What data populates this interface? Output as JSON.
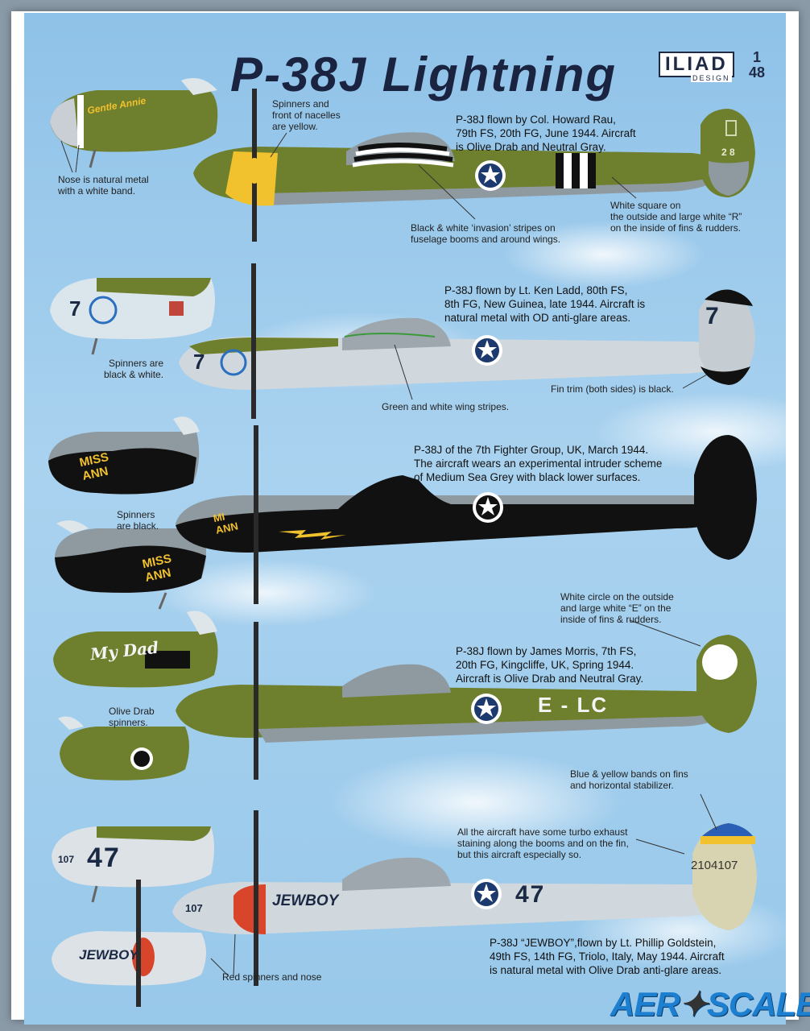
{
  "title": "P-38J Lightning",
  "logo": {
    "name": "ILIAD",
    "sub": "DESIGN",
    "scale": "1\n48"
  },
  "watermark": {
    "left": "AER",
    "right": "SCALE"
  },
  "colors": {
    "olive": "#6e7f2e",
    "metal": "#c9cfd4",
    "black": "#1b1b1b",
    "grey": "#8f9aa0",
    "yellow": "#f2c12e",
    "red": "#d9452a",
    "sky": "#a9d2ef"
  },
  "aircraft": [
    {
      "description": "P-38J flown by Col. Howard Rau,\n79th FS, 20th FG, June 1944. Aircraft\nis Olive Drab and Neutral Gray.",
      "nose_art": "Gentle Annie",
      "tail_codes": "2 8",
      "callouts": [
        "Spinners and\nfront of nacelles\nare yellow.",
        "Nose is natural metal\nwith a white band.",
        "Black & white ‘invasion’ stripes on\nfuselage booms and around wings.",
        "White square on\nthe outside and large white “R”\non the inside of fins & rudders."
      ]
    },
    {
      "description": "P-38J flown by Lt. Ken Ladd, 80th FS,\n8th FG, New Guinea, late 1944. Aircraft is\nnatural metal with OD anti-glare areas.",
      "nose_number": "7",
      "tail_number": "7",
      "callouts": [
        "Spinners are\nblack & white.",
        "Green and white wing stripes.",
        "Fin trim (both sides) is black."
      ]
    },
    {
      "description": "P-38J of the 7th Fighter Group, UK, March 1944.\nThe aircraft wears an experimental intruder scheme\nof Medium Sea Grey with black lower surfaces.",
      "nose_art": "MISS ANN",
      "nose_art_partial": "MI ANN",
      "callouts": [
        "Spinners\nare black."
      ]
    },
    {
      "description": "P-38J flown by James Morris, 7th FS,\n20th FG, Kingcliffe, UK, Spring 1944.\nAircraft is Olive Drab and Neutral Gray.",
      "nose_art": "My Dad",
      "codes": "E - LC",
      "callouts": [
        "White circle on the outside\nand large white “E” on the\ninside of fins & rudders.",
        "Olive Drab\nspinners."
      ]
    },
    {
      "description": "P-38J “JEWBOY”,flown by Lt. Phillip Goldstein,\n49th FS, 14th FG, Triolo, Italy, May 1944. Aircraft\nis natural metal with Olive Drab anti-glare areas.",
      "nose_art": "JEWBOY",
      "number": "47",
      "small_number": "107",
      "serial": "2104107",
      "callouts": [
        "Blue & yellow bands on fins\nand horizontal stabilizer.",
        "All the aircraft have some turbo exhaust\nstaining along the booms and on the fin,\nbut this aircraft especially so.",
        "Red spinners and nose"
      ]
    }
  ]
}
